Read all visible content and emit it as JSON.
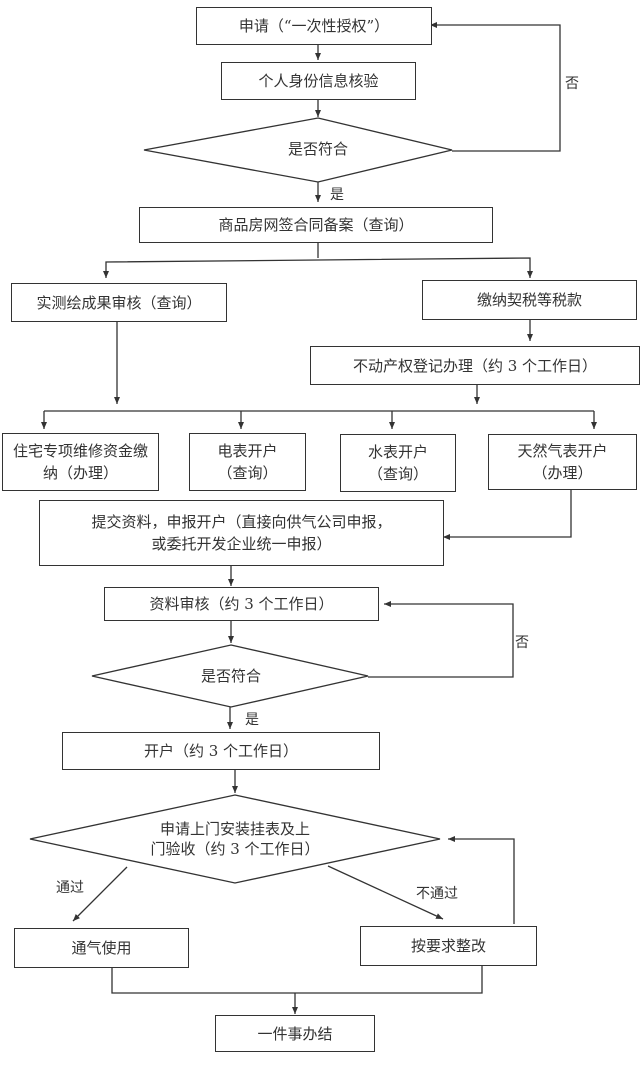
{
  "nodes": {
    "apply": "申请（“一次性授权”）",
    "id_check": "个人身份信息核验",
    "decision1": "是否符合",
    "contract": "商品房网签合同备案（查询）",
    "survey": "实测绘成果审核（查询）",
    "tax": "缴纳契税等税款",
    "property_reg": "不动产权登记办理（约 3 个工作日）",
    "maint_fund": "住宅专项维修资金缴纳（办理）",
    "electric": "电表开户（查询）",
    "water": "水表开户（查询）",
    "gas": "天然气表开户（办理）",
    "submit_line1": "提交资料，申报开户（直接向供气公司申报，",
    "submit_line2": "或委托开发企业统一申报）",
    "review": "资料审核（约 3 个工作日）",
    "decision2": "是否符合",
    "open": "开户（约 3 个工作日）",
    "install_line1": "申请上门安装挂表及上",
    "install_line2": "门验收（约 3 个工作日）",
    "use_gas": "通气使用",
    "rectify": "按要求整改",
    "done": "一件事办结"
  },
  "edge_labels": {
    "no1": "否",
    "yes1": "是",
    "no2": "否",
    "yes2": "是",
    "pass": "通过",
    "fail": "不通过"
  }
}
